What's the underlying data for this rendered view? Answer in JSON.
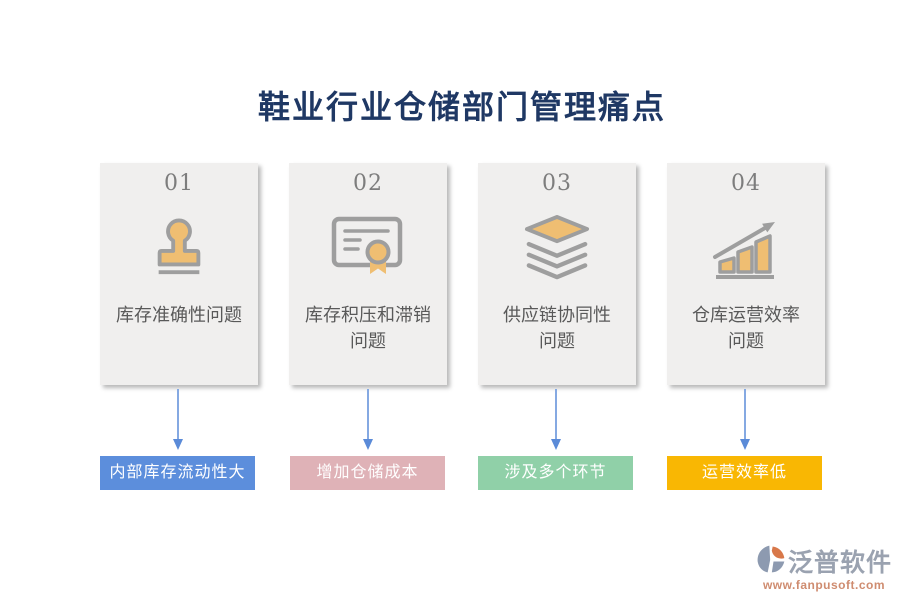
{
  "title": "鞋业行业仓储部门管理痛点",
  "cards": [
    {
      "number": "01",
      "icon": "stamp-icon",
      "label": "库存准确性问题",
      "tag": "内部库存流动性大",
      "tag_color": "#5c8edc"
    },
    {
      "number": "02",
      "icon": "certificate-icon",
      "label": "库存积压和滞销\n问题",
      "tag": "增加仓储成本",
      "tag_color": "#dfb2b7"
    },
    {
      "number": "03",
      "icon": "layers-icon",
      "label": "供应链协同性\n问题",
      "tag": "涉及多个环节",
      "tag_color": "#90d0a8"
    },
    {
      "number": "04",
      "icon": "bar-chart-icon",
      "label": "仓库运营效率\n问题",
      "tag": "运营效率低",
      "tag_color": "#f9b703"
    }
  ],
  "colors": {
    "title_navy": "#1f3864",
    "card_bg": "#f0efee",
    "icon_orange": "#efbe72",
    "icon_gray": "#9e9e9e",
    "arrow_blue": "#6f9bdc"
  },
  "footer": {
    "brand": "泛普软件",
    "url": "www.fanpusoft.com"
  }
}
